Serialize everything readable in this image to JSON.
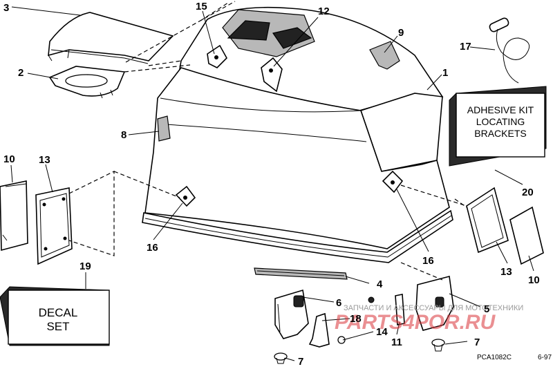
{
  "callouts": [
    "1",
    "2",
    "3",
    "4",
    "5",
    "6",
    "7",
    "7",
    "8",
    "9",
    "10",
    "10",
    "11",
    "12",
    "13",
    "13",
    "14",
    "15",
    "16",
    "16",
    "17",
    "18",
    "19",
    "20"
  ],
  "boxes": {
    "adhesive_kit": [
      "ADHESIVE KIT",
      "LOCATING",
      "BRACKETS"
    ],
    "decal_set": [
      "DECAL",
      "SET"
    ]
  },
  "footer": {
    "code": "PCA1082C",
    "date": "6-97"
  },
  "watermark": {
    "subtitle": "ЗАПЧАСТИ И АКСЕССУАРЫ ДЛЯ МОТОТЕХНИКИ",
    "brand": "PARTS4POR.RU"
  }
}
